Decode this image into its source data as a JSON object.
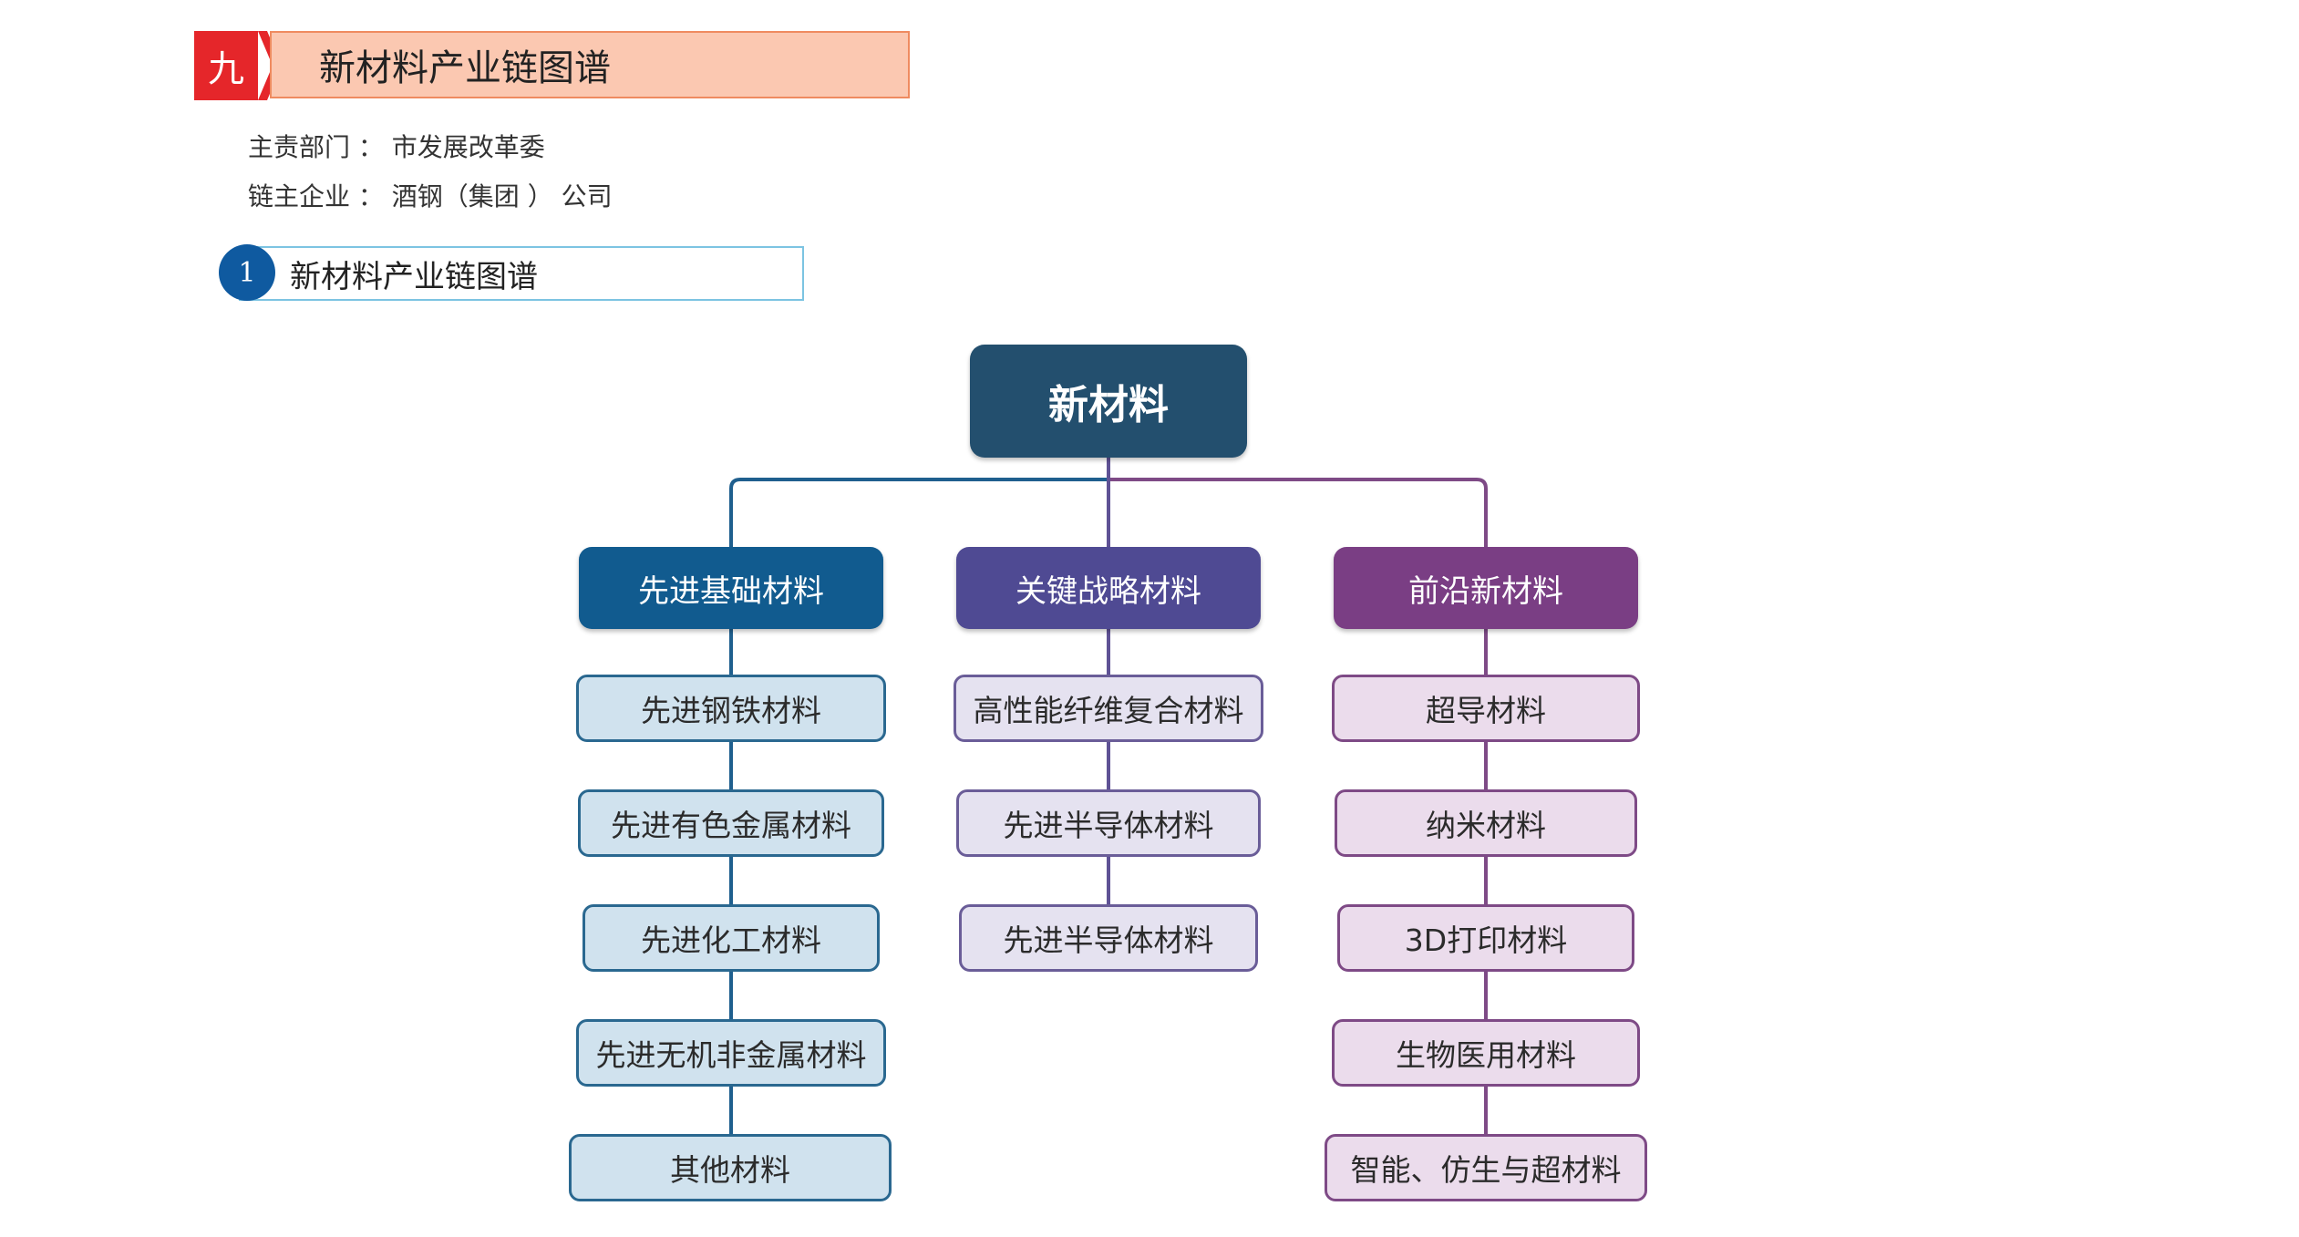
{
  "section": {
    "number": "九",
    "title": "新材料产业链图谱"
  },
  "info": {
    "department": "主责部门 ： 市发展改革委",
    "enterprise": "链主企业 ： 酒钢（集团 ） 公司"
  },
  "subsection": {
    "number": "1",
    "title": "新材料产业链图谱"
  },
  "diagram": {
    "root": "新材料",
    "categories": [
      {
        "label": "先进基础材料",
        "color": "#115b8f",
        "items": [
          "先进钢铁材料",
          "先进有色金属材料",
          "先进化工材料",
          "先进无机非金属材料",
          "其他材料"
        ]
      },
      {
        "label": "关键战略材料",
        "color": "#4f4a93",
        "items": [
          "高性能纤维复合材料",
          "先进半导体材料",
          "先进半导体材料"
        ]
      },
      {
        "label": "前沿新材料",
        "color": "#7a3e84",
        "items": [
          "超导材料",
          "纳米材料",
          "3D打印材料",
          "生物医用材料",
          "智能、仿生与超材料"
        ]
      }
    ],
    "colors": {
      "root": "#234f6e",
      "line_left": "#1f5f8e",
      "line_mid": "#5f5295",
      "line_right": "#7e4a86"
    }
  }
}
